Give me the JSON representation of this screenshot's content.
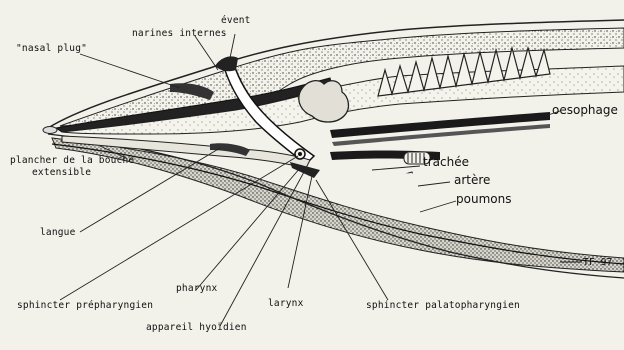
{
  "diagram": {
    "labels": {
      "event": "évent",
      "narines_internes": "narines internes",
      "nasal_plug": "\"nasal plug\"",
      "oesophage": "oesophage",
      "plancher": "plancher de la bouche",
      "extensible": "extensible",
      "trachee": "trachée",
      "artere": "artère",
      "poumons": "poumons",
      "langue": "langue",
      "pharynx": "pharynx",
      "larynx": "larynx",
      "sphincter_prepharyngien": "sphincter prépharyngien",
      "appareil_hyoidien": "appareil hyoïdien",
      "sphincter_palatopharyngien": "sphincter palatopharyngien",
      "signature": "TF 97"
    }
  }
}
